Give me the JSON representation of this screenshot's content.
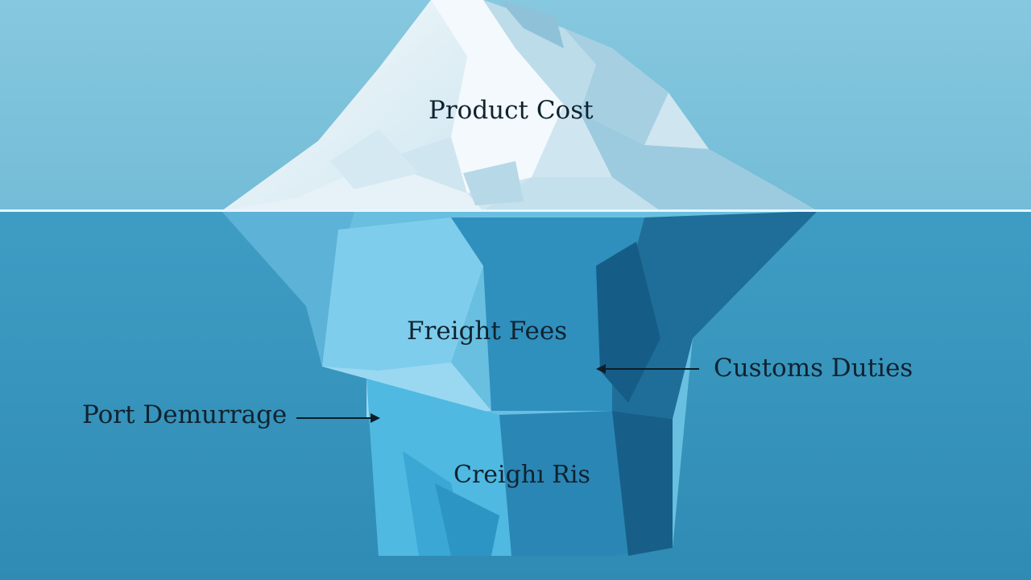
{
  "labels": {
    "top": "Product Cost",
    "middle": "Freight Fees",
    "right": "Customs Duties",
    "left": "Port Demurrage",
    "bottom": "Creighı Ris"
  },
  "colors": {
    "sky": "#7cc3dc",
    "sea": "#3a97bf",
    "waterline": "#e8f6fb",
    "text": "#10222e",
    "arrow": "#0e1e28"
  }
}
